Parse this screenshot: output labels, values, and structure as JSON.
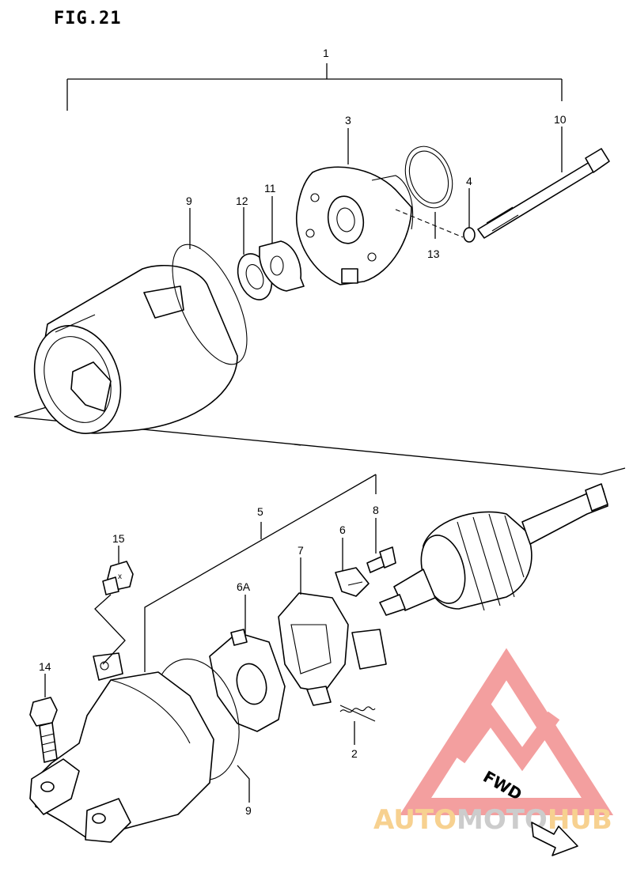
{
  "figure": {
    "title": "FIG.21"
  },
  "callouts": [
    "1",
    "3",
    "10",
    "4",
    "13",
    "9",
    "12",
    "11",
    "5",
    "8",
    "6",
    "7",
    "15",
    "6A",
    "14",
    "2",
    "9"
  ],
  "direction_label": "FWD",
  "watermark": {
    "text_a": "AUTO",
    "text_b": "MOTO",
    "text_c": "HUB"
  },
  "colors": {
    "watermark_red": "#f08080",
    "watermark_orange": "#f5c26b",
    "watermark_gray": "#bcbcbc",
    "line": "#000000"
  }
}
